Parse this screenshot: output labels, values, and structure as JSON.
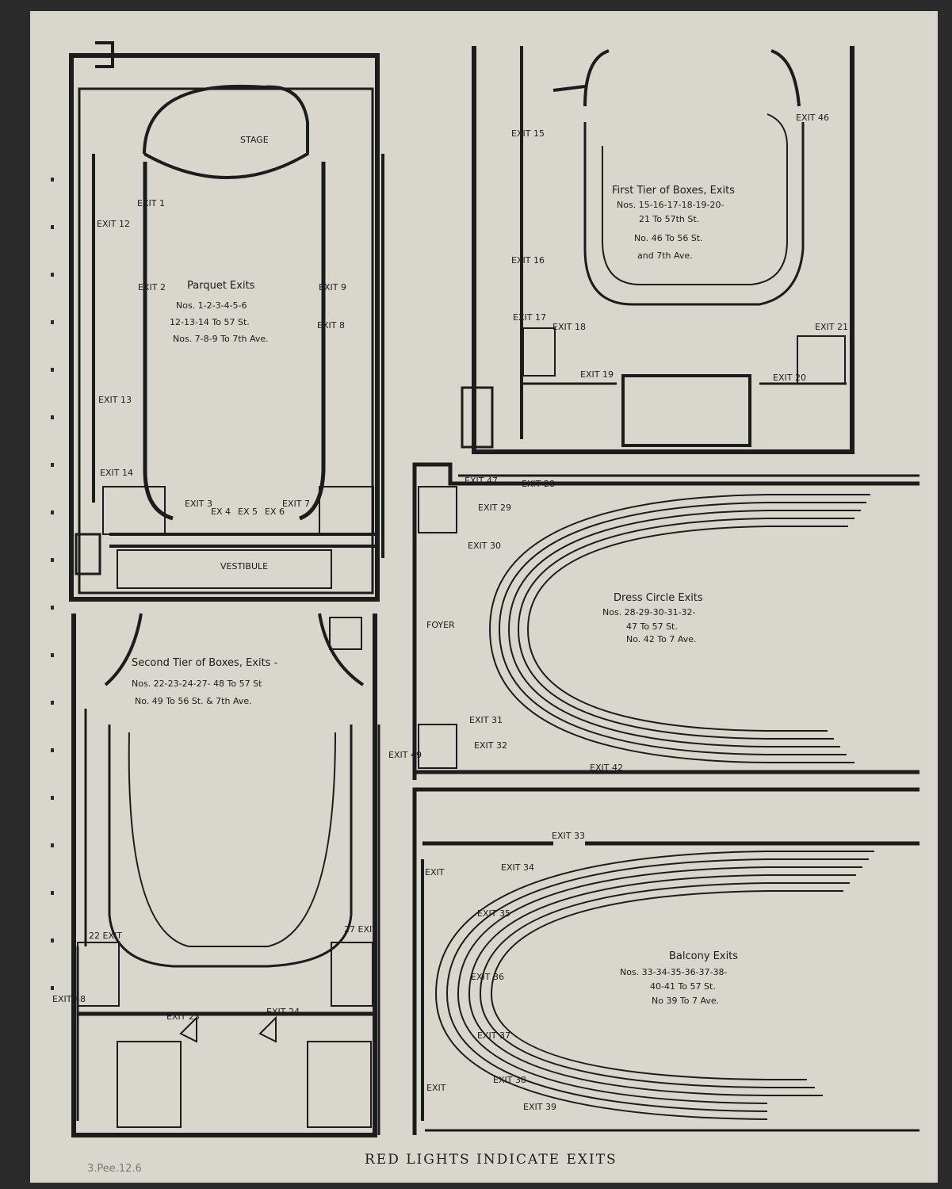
{
  "caption": "RED LIGHTS INDICATE EXITS",
  "pencil_note": "3.Pee.12.6",
  "parquet": {
    "stage": "STAGE",
    "vestibule": "VESTIBULE",
    "title": "Parquet Exits",
    "lines": [
      "Nos. 1-2-3-4-5-6",
      "12-13-14 To 57 St.",
      "Nos. 7-8-9 To 7th Ave."
    ],
    "exits": [
      "EXIT 1",
      "EXIT 2",
      "EXIT 3",
      "EX 4",
      "EX 5",
      "EX 6",
      "EXIT 7",
      "EXIT 8",
      "EXIT 9",
      "EXIT 12",
      "EXIT 13",
      "EXIT 14"
    ]
  },
  "first_tier": {
    "title": "First Tier of Boxes, Exits",
    "lines": [
      "Nos. 15-16-17-18-19-20-",
      "21 To 57th St.",
      "No. 46 To 56 St.",
      "and 7th Ave."
    ],
    "exits": [
      "EXIT 15",
      "EXIT 16",
      "EXIT 17",
      "EXIT 18",
      "EXIT 19",
      "EXIT 20",
      "EXIT 21",
      "EXIT 46"
    ]
  },
  "dress_circle": {
    "foyer": "FOYER",
    "title": "Dress Circle Exits",
    "lines": [
      "Nos. 28-29-30-31-32-",
      "47 To 57 St.",
      "No. 42 To 7 Ave."
    ],
    "exits": [
      "EXIT 47",
      "EXIT 28",
      "EXIT 29",
      "EXIT 30",
      "EXIT 31",
      "EXIT 32",
      "EXIT 42"
    ]
  },
  "second_tier": {
    "title": "Second Tier of Boxes, Exits -",
    "lines": [
      "Nos. 22-23-24-27- 48 To 57 St",
      "No. 49 To 56 St. & 7th Ave."
    ],
    "exits": [
      "22 EXIT",
      "EXIT 23",
      "EXIT 24",
      "27 EXIT",
      "EXIT 48",
      "EXIT 49"
    ]
  },
  "balcony": {
    "title": "Balcony Exits",
    "lines": [
      "Nos. 33-34-35-36-37-38-",
      "40-41 To 57 St.",
      "No 39 To 7 Ave."
    ],
    "exits": [
      "EXIT 33",
      "EXIT 34",
      "EXIT 35",
      "EXIT 36",
      "EXIT 37",
      "EXIT 38",
      "EXIT 39",
      "EXIT",
      "EXIT"
    ]
  }
}
